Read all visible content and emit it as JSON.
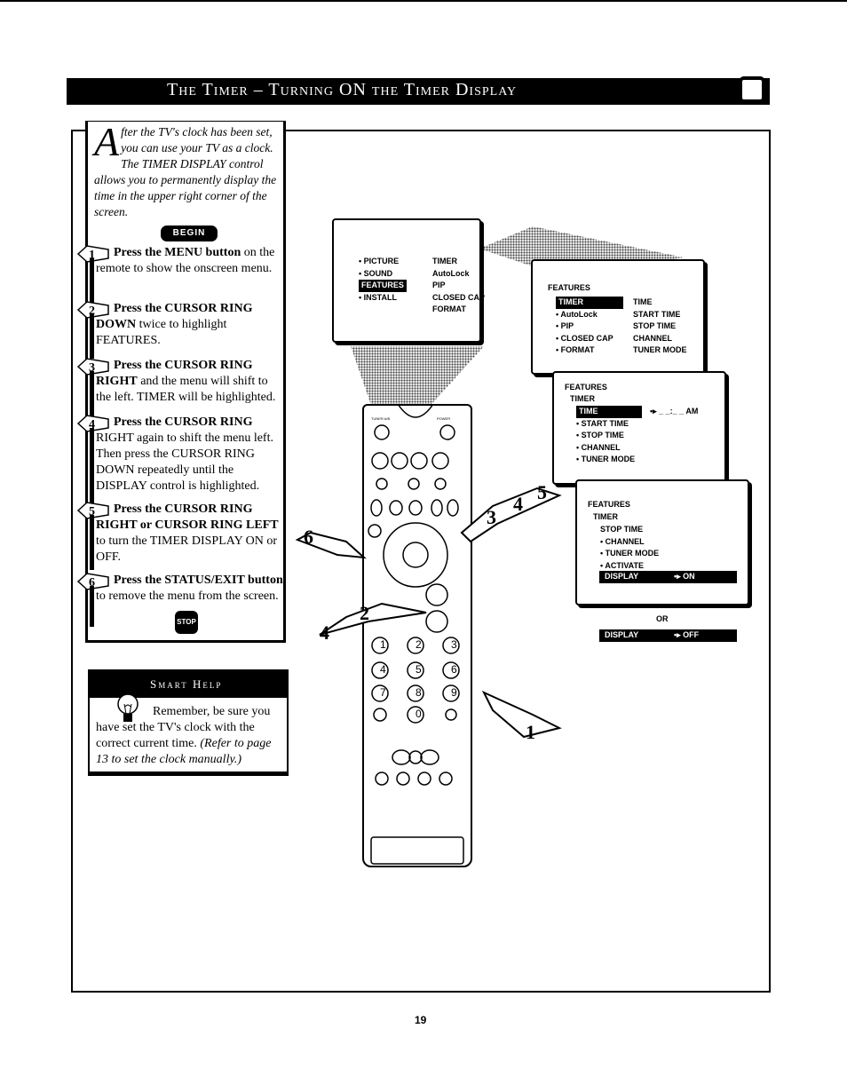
{
  "page_title": "The Timer – Turning ON the Timer Display",
  "intro": {
    "dropcap": "A",
    "text": "fter the TV's clock has been set, you can use your TV as a clock. The TIMER DISPLAY control allows you to permanently display the time in the upper right corner of the screen."
  },
  "begin_label": "BEGIN",
  "steps": [
    {
      "num": "1",
      "lead": "Press the MENU button",
      "rest": " on the remote to show the onscreen menu."
    },
    {
      "num": "2",
      "lead": "Press the CURSOR RING DOWN",
      "rest": " twice to highlight FEATURES."
    },
    {
      "num": "3",
      "lead": "Press the CURSOR RING RIGHT",
      "rest": " and the menu will shift to the left. TIMER will be highlighted."
    },
    {
      "num": "4",
      "lead": "Press the CURSOR RING",
      "rest": " RIGHT again to shift the menu left. Then press the CURSOR RING DOWN repeatedly until the DISPLAY control is highlighted."
    },
    {
      "num": "5",
      "lead": "Press the CURSOR RING RIGHT or CURSOR RING LEFT",
      "rest": " to turn the TIMER DISPLAY ON or OFF."
    },
    {
      "num": "6",
      "lead": "Press the STATUS/EXIT button",
      "rest": " to remove the menu from the screen."
    }
  ],
  "stop_label": "STOP",
  "smart_help": {
    "heading": "Smart Help",
    "text": "Remember, be sure you have set the TV's clock with the correct current time.",
    "ref": "(Refer to page 13 to set the clock manually.)"
  },
  "menu1": {
    "left": [
      "• PICTURE",
      "• SOUND",
      "FEATURES",
      "• INSTALL"
    ],
    "right": [
      "TIMER",
      "AutoLock",
      "PIP",
      "CLOSED CAP",
      "FORMAT"
    ]
  },
  "menu2": {
    "header": "FEATURES",
    "left": [
      "TIMER",
      "• AutoLock",
      "• PIP",
      "• CLOSED CAP",
      "• FORMAT"
    ],
    "right": [
      "TIME",
      "START TIME",
      "STOP TIME",
      "CHANNEL",
      "TUNER MODE"
    ]
  },
  "menu3": {
    "header": "FEATURES",
    "sub": "TIMER",
    "items": [
      "TIME",
      "• START TIME",
      "• STOP TIME",
      "• CHANNEL",
      "• TUNER MODE"
    ],
    "time_value": "_ _:_ _ AM"
  },
  "menu4": {
    "header": "FEATURES",
    "sub": "TIMER",
    "items": [
      "STOP TIME",
      "• CHANNEL",
      "• TUNER MODE",
      "• ACTIVATE"
    ],
    "display_label": "DISPLAY",
    "display_value": "ON"
  },
  "or_label": "OR",
  "off_bar": {
    "label": "DISPLAY",
    "value": "OFF"
  },
  "remote": {
    "top_labels": [
      "TUNER A/B",
      "POWER"
    ],
    "keypad": [
      "1",
      "2",
      "3",
      "4",
      "5",
      "6",
      "7",
      "8",
      "9",
      "0"
    ]
  },
  "page_number": "19"
}
